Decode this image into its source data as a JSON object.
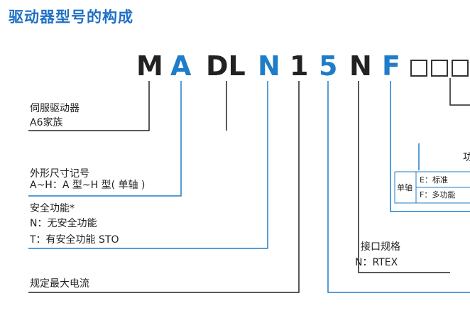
{
  "title": "驱动器型号的构成",
  "model_code": {
    "c1": "M",
    "c2": "A",
    "c3": "DL",
    "c4": "N",
    "c5": "1",
    "c6": "5",
    "c7": "N",
    "c8": "F"
  },
  "colors": {
    "title": "#1f6fc4",
    "blue": "#1f7cc9",
    "black": "#222222"
  },
  "labels": {
    "servo_driver": "伺服驱动器",
    "a6_family": "A6家族",
    "frame_size": "外形尺寸记号",
    "frame_size_detail": "A~H：A 型~H 型( 单轴 )",
    "safety": "安全功能*",
    "safety_none": "N：无安全功能",
    "safety_sto": "T：有安全功能 STO",
    "interface": "接口规格",
    "interface_rtex": "N：RTEX",
    "current": "规定最大电流",
    "func_partial": "功",
    "single_axis": "单轴",
    "opt_e": "E：标准",
    "opt_f": "F：多功能"
  }
}
